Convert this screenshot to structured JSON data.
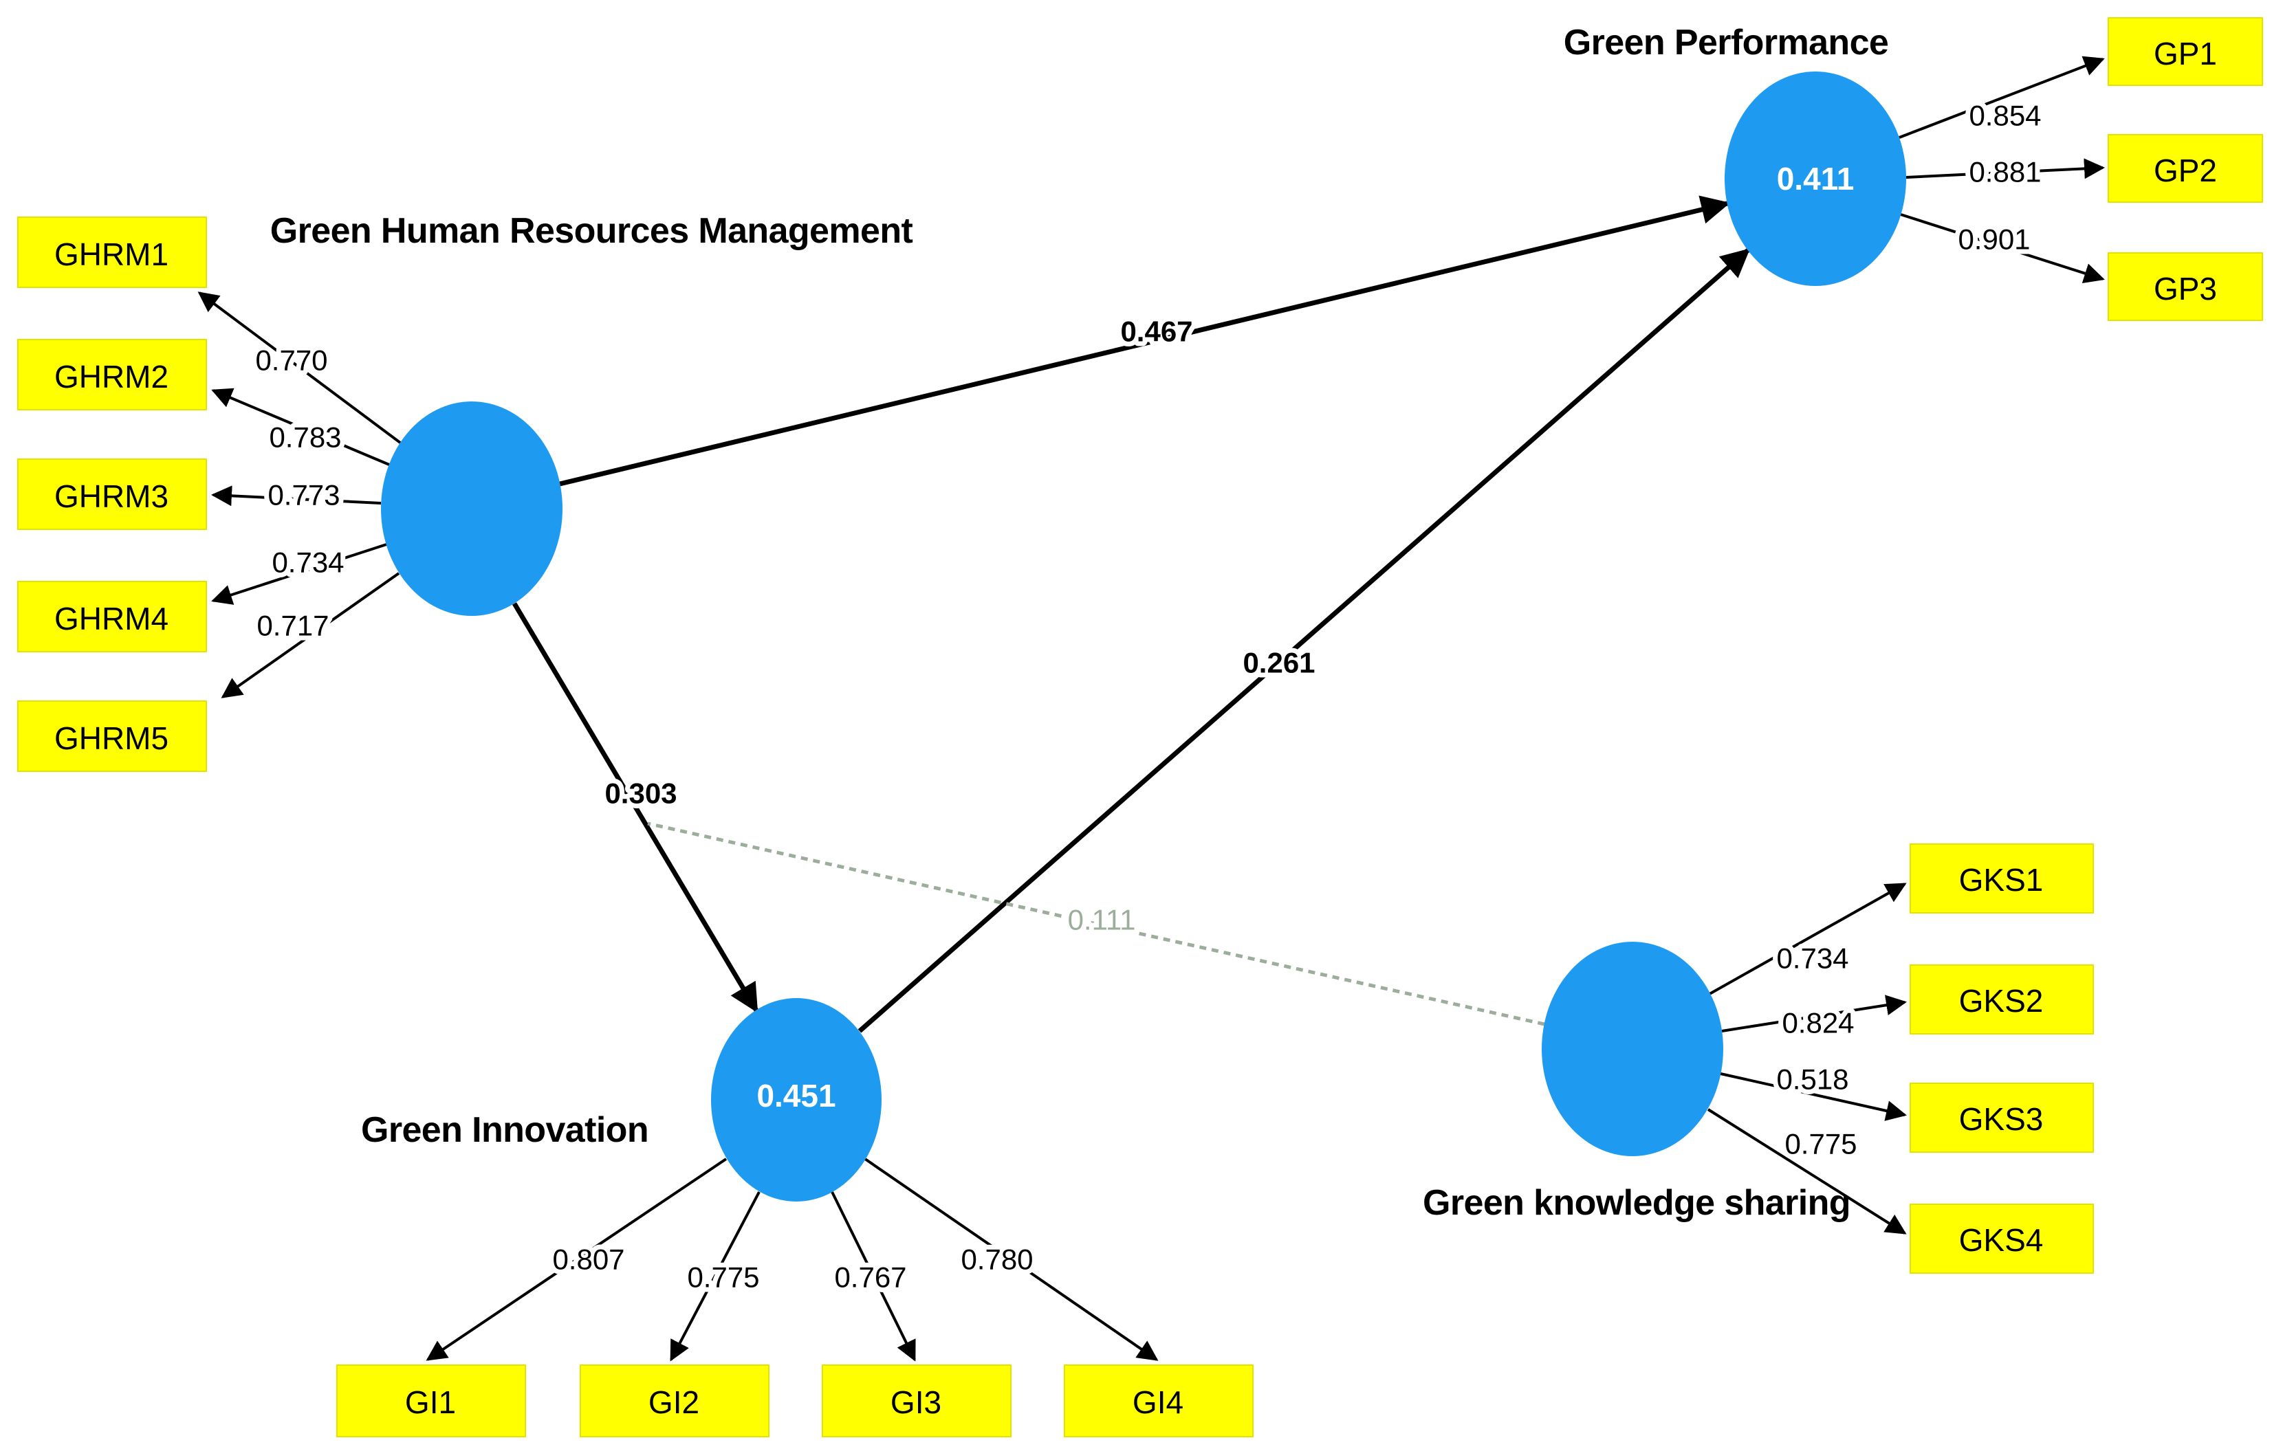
{
  "colors": {
    "construct_fill": "#1e9bf0",
    "indicator_fill": "#ffff00",
    "moderation": "#9cad9c"
  },
  "constructs": {
    "ghrm": {
      "title": "Green Human Resources Management"
    },
    "gp": {
      "title": "Green Performance",
      "r_squared": "0.411"
    },
    "gi": {
      "title": "Green Innovation",
      "r_squared": "0.451"
    },
    "gks": {
      "title": "Green knowledge sharing"
    }
  },
  "indicators": {
    "ghrm": [
      {
        "name": "GHRM1",
        "loading": "0.770"
      },
      {
        "name": "GHRM2",
        "loading": "0.783"
      },
      {
        "name": "GHRM3",
        "loading": "0.773"
      },
      {
        "name": "GHRM4",
        "loading": "0.734"
      },
      {
        "name": "GHRM5",
        "loading": "0.717"
      }
    ],
    "gp": [
      {
        "name": "GP1",
        "loading": "0.854"
      },
      {
        "name": "GP2",
        "loading": "0.881"
      },
      {
        "name": "GP3",
        "loading": "0.901"
      }
    ],
    "gi": [
      {
        "name": "GI1",
        "loading": "0.807"
      },
      {
        "name": "GI2",
        "loading": "0.775"
      },
      {
        "name": "GI3",
        "loading": "0.767"
      },
      {
        "name": "GI4",
        "loading": "0.780"
      }
    ],
    "gks": [
      {
        "name": "GKS1",
        "loading": "0.734"
      },
      {
        "name": "GKS2",
        "loading": "0.824"
      },
      {
        "name": "GKS3",
        "loading": "0.518"
      },
      {
        "name": "GKS4",
        "loading": "0.775"
      }
    ]
  },
  "paths": {
    "ghrm_to_gp": {
      "coefficient": "0.467"
    },
    "ghrm_to_gi": {
      "coefficient": "0.303"
    },
    "gi_to_gp": {
      "coefficient": "0.261"
    },
    "gks_moderation": {
      "coefficient": "0.111"
    }
  }
}
